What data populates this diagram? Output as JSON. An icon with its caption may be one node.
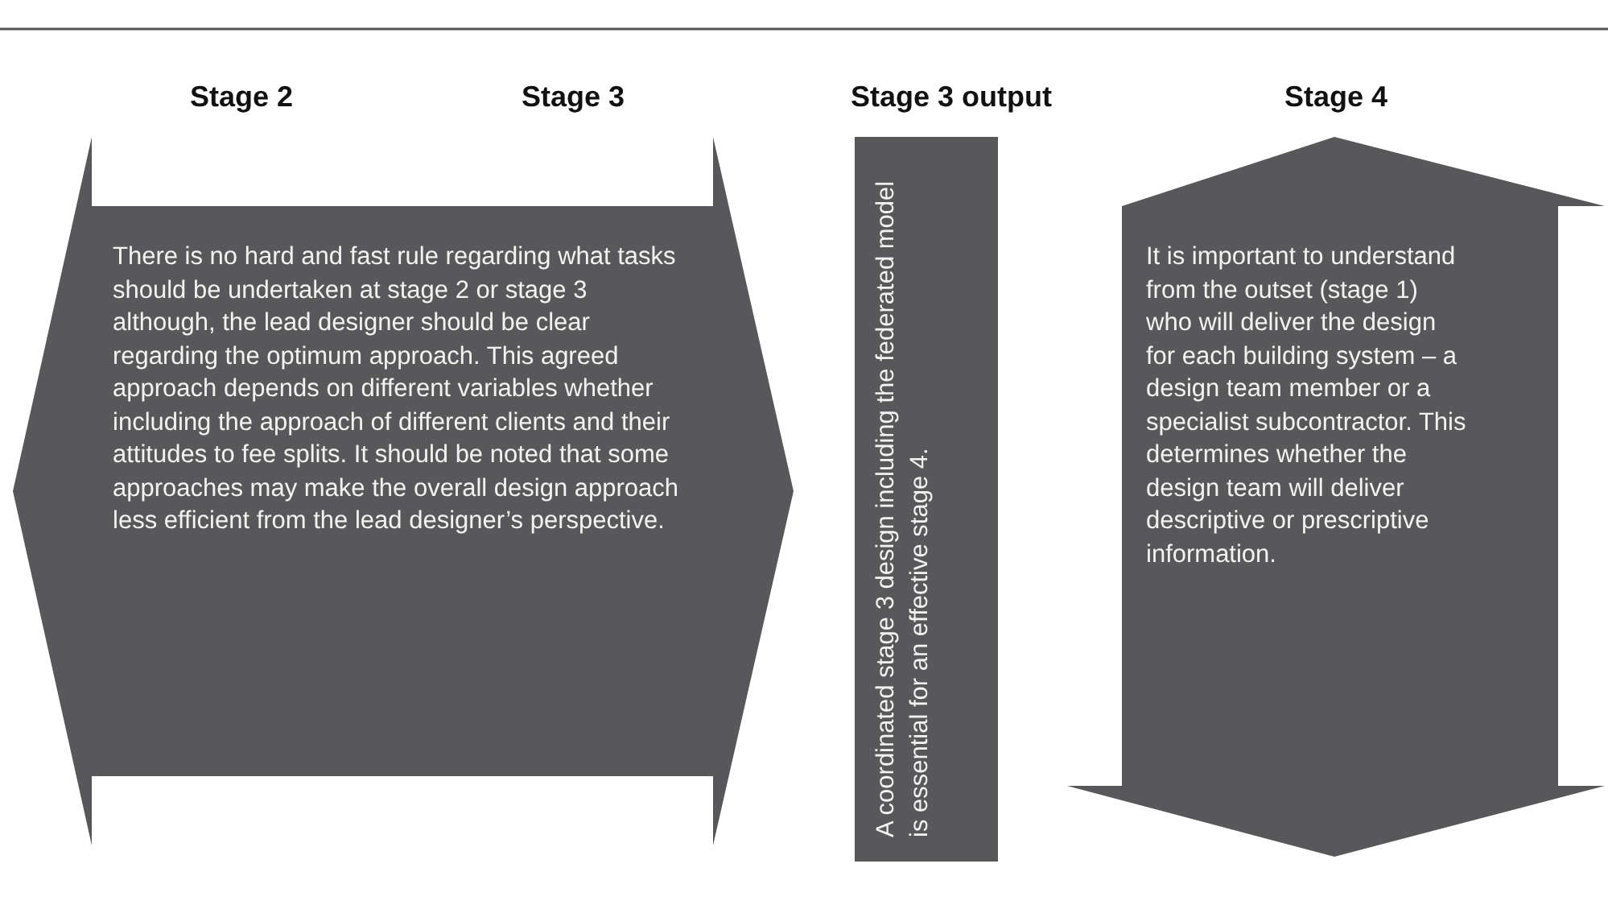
{
  "diagram": {
    "nodes": [
      {
        "text": [
          "Stage 2",
          "Stage 3",
          "There is no hard and fast rule regarding what tasks should be undertaken at stage 2 or stage 3 although, the lead designer should be clear regarding the optimum approach. This agreed approach depends on different variables whether including the approach of different clients and their attitudes to fee splits. It should be noted that some approaches may make the overall design approach less efficient from the lead designer’s perspective."
        ]
      },
      {
        "text": [
          "Stage 3 output",
          "A coordinated stage 3 design including the federated model is essential for an effective stage 4."
        ]
      },
      {
        "text": [
          "Stage 4",
          "It is important to understand from the outset (stage 1) who will deliver the design for each building system – a design team member or a specialist subcontractor. This determines whether the design team will deliver descriptive or prescriptive information."
        ]
      }
    ]
  }
}
